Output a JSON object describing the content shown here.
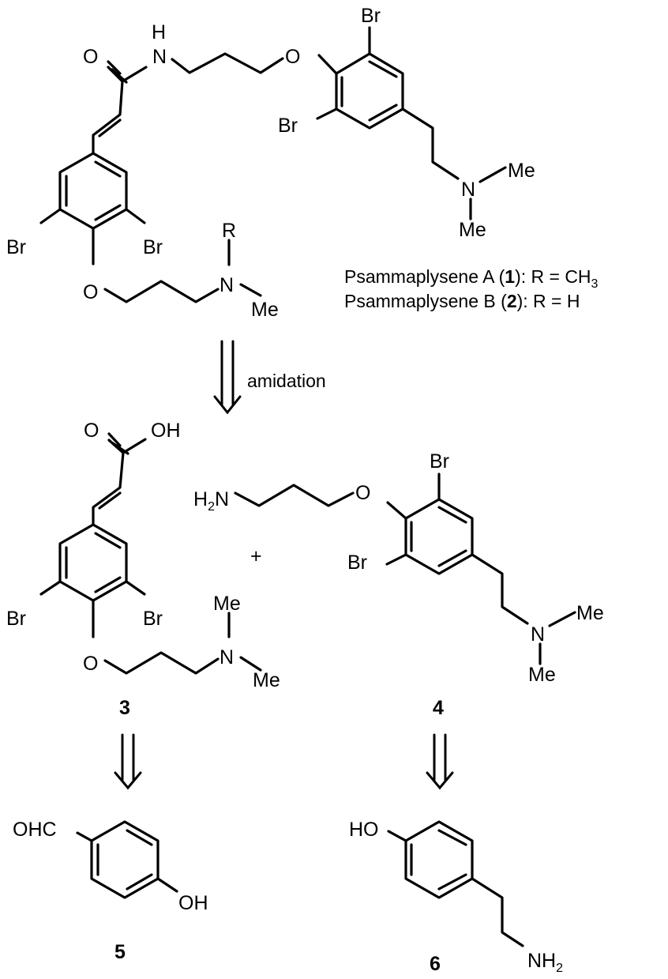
{
  "atoms": {
    "oxygen": "O",
    "oh": "OH",
    "ho": "HO",
    "ohc": "OHC",
    "nh_h": "H",
    "nitrogen": "N",
    "bromine": "Br",
    "methyl": "Me",
    "r_group": "R",
    "h2n_h": "H",
    "h2n_sub": "2",
    "h2n_n": "N",
    "nh2_nh": "NH",
    "nh2_sub": "2"
  },
  "captions": {
    "psa_prefix": "Psammaplysene A (",
    "psa_num": "1",
    "psa_suffix": "): R = CH",
    "psa_sub": "3",
    "psb_prefix": "Psammaplysene B (",
    "psb_num": "2",
    "psb_suffix": "): R = H"
  },
  "step_label": "amidation",
  "plus": "+",
  "compounds": {
    "c3": "3",
    "c4": "4",
    "c5": "5",
    "c6": "6"
  }
}
